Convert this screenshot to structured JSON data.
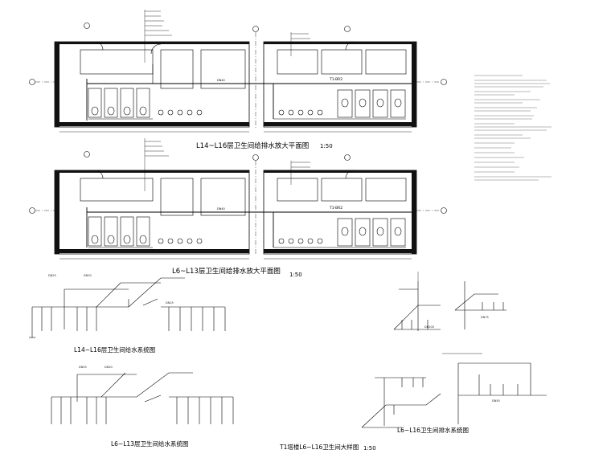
{
  "titles": {
    "plan_upper": "L14~L16层卫生间给排水放大平面图",
    "plan_upper_scale": "1:50",
    "plan_lower": "L6~L13层卫生间给排水放大平面图",
    "plan_lower_scale": "1:50",
    "supply_upper": "L14~L16层卫生间给水系统图",
    "supply_lower": "L6~L13层卫生间给水系统图",
    "detail": "T1塔楼L6~L16卫生间大样图",
    "detail_scale": "1:50",
    "drainage": "L6~L16卫生间排水系统图"
  },
  "room_labels": {
    "upper": "T1-BR2",
    "lower": "T1-BR2"
  },
  "pipe_labels": {
    "main": "DN40",
    "dn25": "DN25",
    "dn20": "DN20",
    "dn15": "DN15",
    "dn100": "DN100",
    "dn75": "DN75",
    "dn50": "DN50"
  },
  "colors": {
    "line": "#000000",
    "wall": "#111111",
    "background": "#ffffff"
  }
}
